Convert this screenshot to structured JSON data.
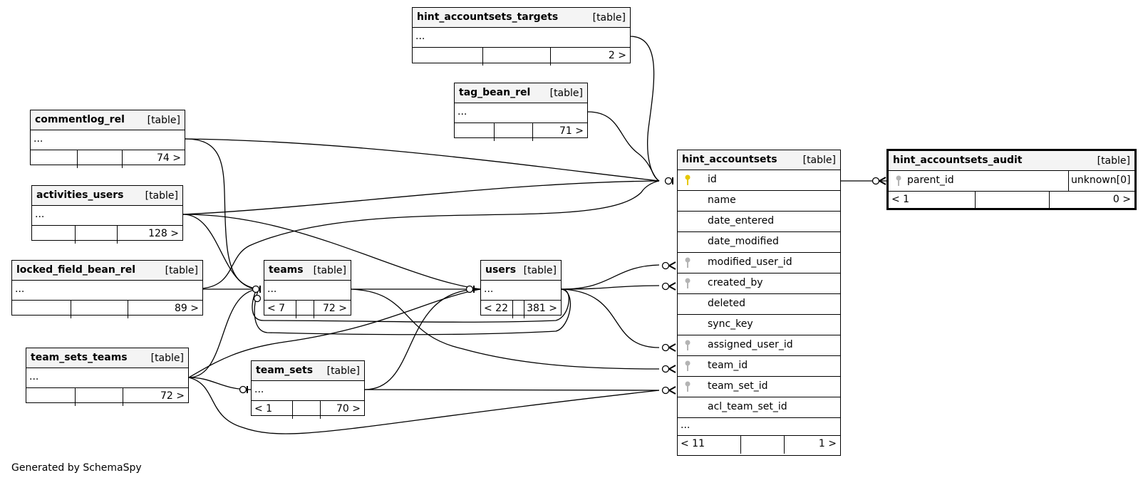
{
  "footer_text": "Generated by SchemaSpy",
  "type_label": "[table]",
  "ellipsis": "...",
  "colors": {
    "primary_key": "#e6c800",
    "foreign_key": "#b4b4b4",
    "header_bg": "#f4f4f4",
    "line": "#000000"
  },
  "tables": {
    "hint_accountsets_targets": {
      "name": "hint_accountsets_targets",
      "children": "",
      "parents": "2 >"
    },
    "tag_bean_rel": {
      "name": "tag_bean_rel",
      "children": "",
      "parents": "71 >"
    },
    "commentlog_rel": {
      "name": "commentlog_rel",
      "children": "",
      "parents": "74 >"
    },
    "activities_users": {
      "name": "activities_users",
      "children": "",
      "parents": "128 >"
    },
    "locked_field_bean_rel": {
      "name": "locked_field_bean_rel",
      "children": "",
      "parents": "89 >"
    },
    "teams": {
      "name": "teams",
      "children": "< 7",
      "parents": "72 >"
    },
    "users": {
      "name": "users",
      "children": "< 22",
      "parents": "381 >"
    },
    "team_sets_teams": {
      "name": "team_sets_teams",
      "children": "",
      "parents": "72 >"
    },
    "team_sets": {
      "name": "team_sets",
      "children": "< 1",
      "parents": "70 >"
    },
    "hint_accountsets": {
      "name": "hint_accountsets",
      "children": "< 11",
      "parents": "1 >",
      "columns": [
        {
          "name": "id",
          "key": "primary"
        },
        {
          "name": "name",
          "key": "none"
        },
        {
          "name": "date_entered",
          "key": "none"
        },
        {
          "name": "date_modified",
          "key": "none"
        },
        {
          "name": "modified_user_id",
          "key": "foreign"
        },
        {
          "name": "created_by",
          "key": "foreign"
        },
        {
          "name": "deleted",
          "key": "none"
        },
        {
          "name": "sync_key",
          "key": "none"
        },
        {
          "name": "assigned_user_id",
          "key": "foreign"
        },
        {
          "name": "team_id",
          "key": "foreign"
        },
        {
          "name": "team_set_id",
          "key": "foreign"
        },
        {
          "name": "acl_team_set_id",
          "key": "none"
        }
      ]
    },
    "hint_accountsets_audit": {
      "name": "hint_accountsets_audit",
      "children": "< 1",
      "parents": "0 >",
      "column": {
        "name": "parent_id",
        "key": "foreign",
        "type": "unknown[0]"
      }
    }
  }
}
